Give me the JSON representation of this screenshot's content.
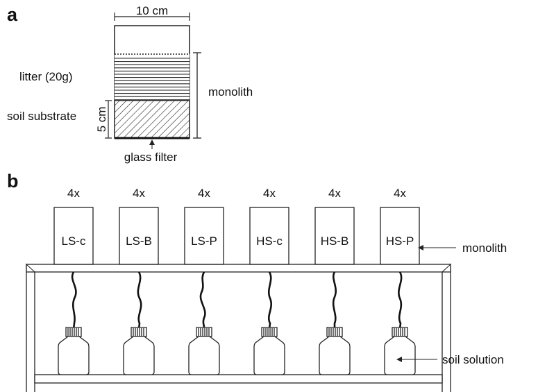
{
  "panel_a": {
    "letter": "a",
    "width_label": "10 cm",
    "litter_label": "litter (20g)",
    "soil_label": "soil substrate",
    "depth_label": "5 cm",
    "monolith_label": "monolith",
    "filter_label": "glass filter"
  },
  "panel_b": {
    "letter": "b",
    "treatments": [
      {
        "replicates": "4x",
        "name": "LS-c"
      },
      {
        "replicates": "4x",
        "name": "LS-B"
      },
      {
        "replicates": "4x",
        "name": "LS-P"
      },
      {
        "replicates": "4x",
        "name": "HS-c"
      },
      {
        "replicates": "4x",
        "name": "HS-B"
      },
      {
        "replicates": "4x",
        "name": "HS-P"
      }
    ],
    "monolith_label": "monolith",
    "solution_label": "soil solution"
  }
}
